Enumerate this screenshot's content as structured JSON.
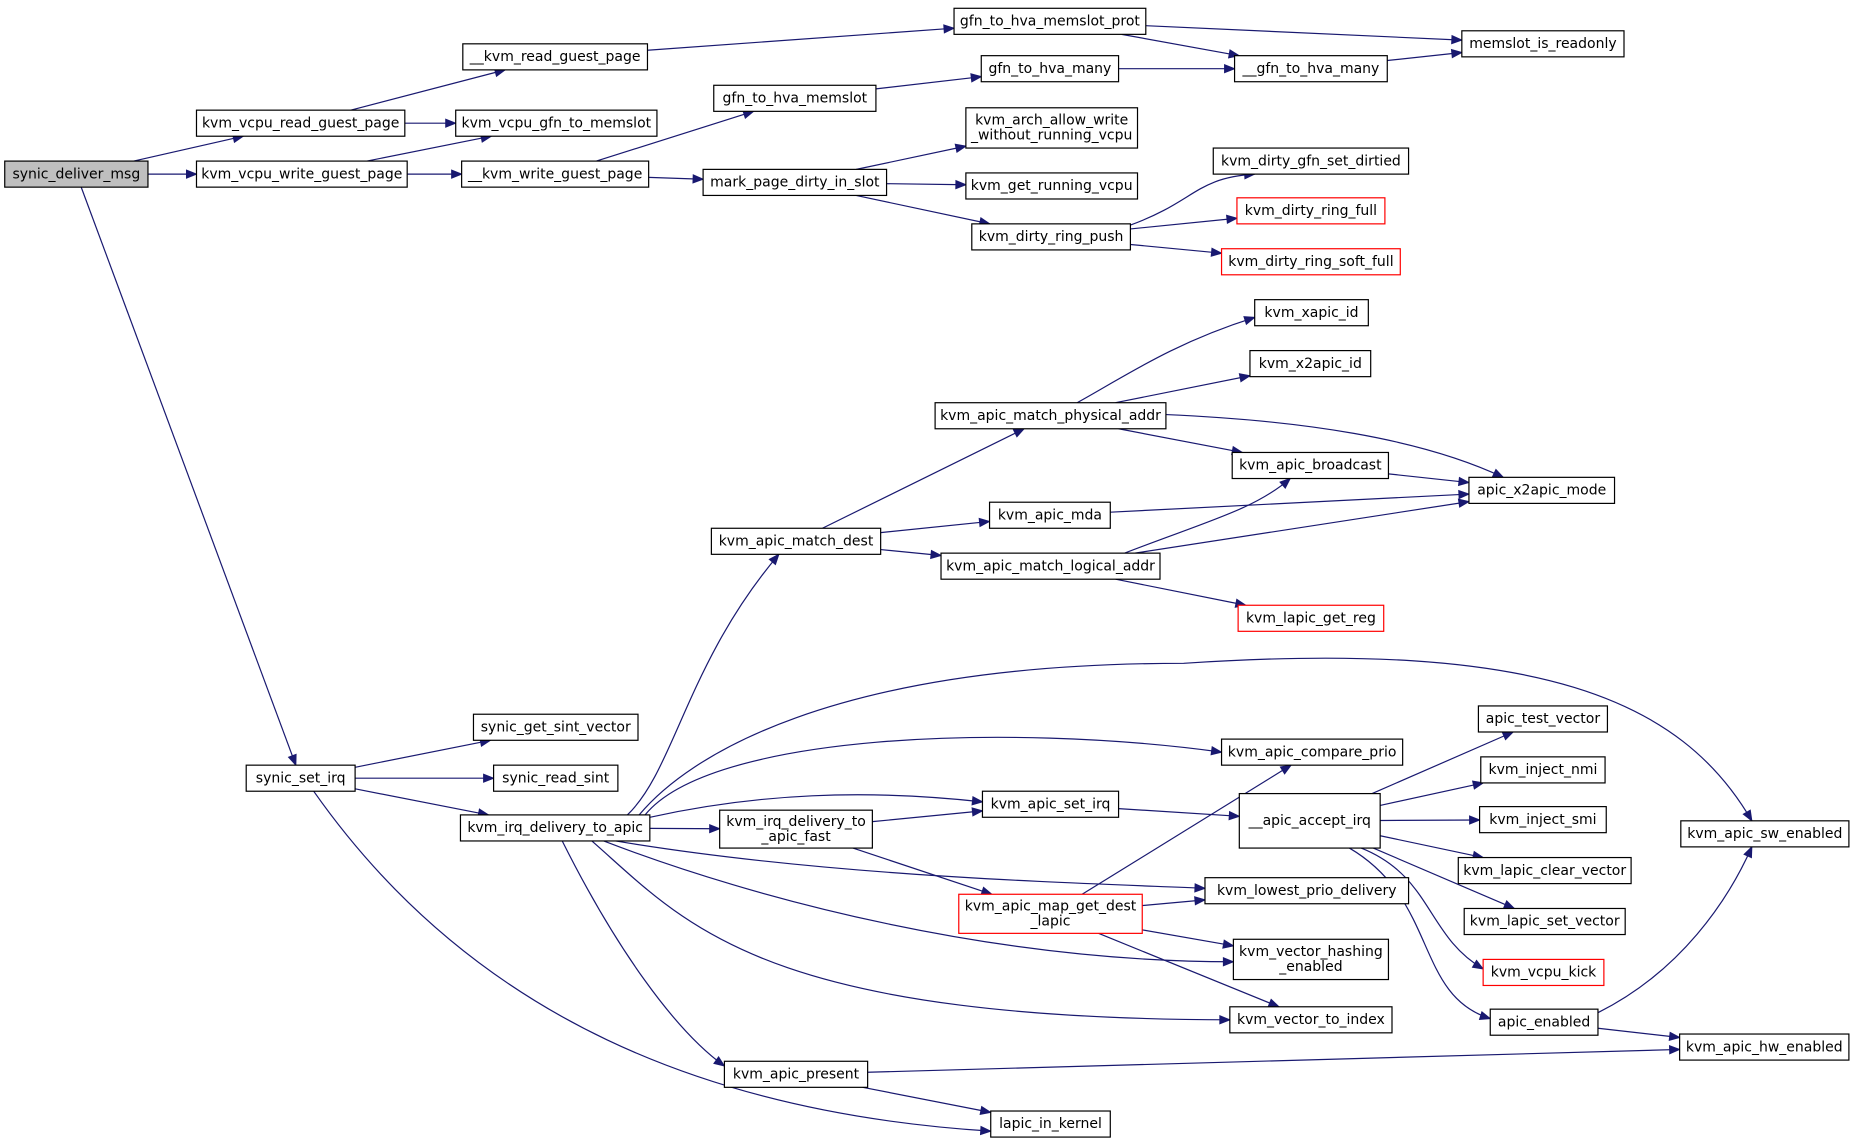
{
  "colors": {
    "edge": "#191970",
    "root_fill": "#bfbfbf",
    "incomplete_border": "#ff0000",
    "node_border": "#000000"
  },
  "nodes": [
    {
      "id": "synic_deliver_msg",
      "lines": [
        "synic_deliver_msg"
      ],
      "style": "root"
    },
    {
      "id": "kvm_vcpu_read_guest_page",
      "lines": [
        "kvm_vcpu_read_guest_page"
      ],
      "style": "normal"
    },
    {
      "id": "kvm_vcpu_write_guest_page",
      "lines": [
        "kvm_vcpu_write_guest_page"
      ],
      "style": "normal"
    },
    {
      "id": "__kvm_read_guest_page",
      "lines": [
        "__kvm_read_guest_page"
      ],
      "style": "normal"
    },
    {
      "id": "kvm_vcpu_gfn_to_memslot",
      "lines": [
        "kvm_vcpu_gfn_to_memslot"
      ],
      "style": "normal"
    },
    {
      "id": "__kvm_write_guest_page",
      "lines": [
        "__kvm_write_guest_page"
      ],
      "style": "normal"
    },
    {
      "id": "gfn_to_hva_memslot_prot",
      "lines": [
        "gfn_to_hva_memslot_prot"
      ],
      "style": "normal"
    },
    {
      "id": "memslot_is_readonly",
      "lines": [
        "memslot_is_readonly"
      ],
      "style": "normal"
    },
    {
      "id": "__gfn_to_hva_many",
      "lines": [
        "__gfn_to_hva_many"
      ],
      "style": "normal"
    },
    {
      "id": "gfn_to_hva_many",
      "lines": [
        "gfn_to_hva_many"
      ],
      "style": "normal"
    },
    {
      "id": "gfn_to_hva_memslot",
      "lines": [
        "gfn_to_hva_memslot"
      ],
      "style": "normal"
    },
    {
      "id": "mark_page_dirty_in_slot",
      "lines": [
        "mark_page_dirty_in_slot"
      ],
      "style": "normal"
    },
    {
      "id": "kvm_arch_allow_write_without_running_vcpu",
      "lines": [
        "kvm_arch_allow_write",
        "_without_running_vcpu"
      ],
      "style": "normal"
    },
    {
      "id": "kvm_get_running_vcpu",
      "lines": [
        "kvm_get_running_vcpu"
      ],
      "style": "normal"
    },
    {
      "id": "kvm_dirty_ring_push",
      "lines": [
        "kvm_dirty_ring_push"
      ],
      "style": "normal"
    },
    {
      "id": "kvm_dirty_gfn_set_dirtied",
      "lines": [
        "kvm_dirty_gfn_set_dirtied"
      ],
      "style": "normal"
    },
    {
      "id": "kvm_dirty_ring_full",
      "lines": [
        "kvm_dirty_ring_full"
      ],
      "style": "red"
    },
    {
      "id": "kvm_dirty_ring_soft_full",
      "lines": [
        "kvm_dirty_ring_soft_full"
      ],
      "style": "red"
    },
    {
      "id": "kvm_xapic_id",
      "lines": [
        "kvm_xapic_id"
      ],
      "style": "normal"
    },
    {
      "id": "kvm_x2apic_id",
      "lines": [
        "kvm_x2apic_id"
      ],
      "style": "normal"
    },
    {
      "id": "kvm_apic_match_physical_addr",
      "lines": [
        "kvm_apic_match_physical_addr"
      ],
      "style": "normal"
    },
    {
      "id": "kvm_apic_broadcast",
      "lines": [
        "kvm_apic_broadcast"
      ],
      "style": "normal"
    },
    {
      "id": "apic_x2apic_mode",
      "lines": [
        "apic_x2apic_mode"
      ],
      "style": "normal"
    },
    {
      "id": "kvm_apic_mda",
      "lines": [
        "kvm_apic_mda"
      ],
      "style": "normal"
    },
    {
      "id": "kvm_apic_match_dest",
      "lines": [
        "kvm_apic_match_dest"
      ],
      "style": "normal"
    },
    {
      "id": "kvm_apic_match_logical_addr",
      "lines": [
        "kvm_apic_match_logical_addr"
      ],
      "style": "normal"
    },
    {
      "id": "kvm_lapic_get_reg",
      "lines": [
        "kvm_lapic_get_reg"
      ],
      "style": "red"
    },
    {
      "id": "synic_get_sint_vector",
      "lines": [
        "synic_get_sint_vector"
      ],
      "style": "normal"
    },
    {
      "id": "synic_set_irq",
      "lines": [
        "synic_set_irq"
      ],
      "style": "normal"
    },
    {
      "id": "synic_read_sint",
      "lines": [
        "synic_read_sint"
      ],
      "style": "normal"
    },
    {
      "id": "kvm_irq_delivery_to_apic",
      "lines": [
        "kvm_irq_delivery_to_apic"
      ],
      "style": "normal"
    },
    {
      "id": "kvm_apic_compare_prio",
      "lines": [
        "kvm_apic_compare_prio"
      ],
      "style": "normal"
    },
    {
      "id": "apic_test_vector",
      "lines": [
        "apic_test_vector"
      ],
      "style": "normal"
    },
    {
      "id": "kvm_inject_nmi",
      "lines": [
        "kvm_inject_nmi"
      ],
      "style": "normal"
    },
    {
      "id": "kvm_inject_smi",
      "lines": [
        "kvm_inject_smi"
      ],
      "style": "normal"
    },
    {
      "id": "kvm_apic_set_irq",
      "lines": [
        "kvm_apic_set_irq"
      ],
      "style": "normal"
    },
    {
      "id": "__apic_accept_irq",
      "lines": [
        "__apic_accept_irq"
      ],
      "style": "normal"
    },
    {
      "id": "kvm_irq_delivery_to_apic_fast",
      "lines": [
        "kvm_irq_delivery_to",
        "_apic_fast"
      ],
      "style": "normal"
    },
    {
      "id": "kvm_apic_sw_enabled",
      "lines": [
        "kvm_apic_sw_enabled"
      ],
      "style": "normal"
    },
    {
      "id": "kvm_lapic_clear_vector",
      "lines": [
        "kvm_lapic_clear_vector"
      ],
      "style": "normal"
    },
    {
      "id": "kvm_lowest_prio_delivery",
      "lines": [
        "kvm_lowest_prio_delivery"
      ],
      "style": "normal"
    },
    {
      "id": "kvm_apic_map_get_dest_lapic",
      "lines": [
        "kvm_apic_map_get_dest",
        "_lapic"
      ],
      "style": "red"
    },
    {
      "id": "kvm_lapic_set_vector",
      "lines": [
        "kvm_lapic_set_vector"
      ],
      "style": "normal"
    },
    {
      "id": "kvm_vector_hashing_enabled",
      "lines": [
        "kvm_vector_hashing",
        "_enabled"
      ],
      "style": "normal"
    },
    {
      "id": "kvm_vcpu_kick",
      "lines": [
        "kvm_vcpu_kick"
      ],
      "style": "red"
    },
    {
      "id": "kvm_vector_to_index",
      "lines": [
        "kvm_vector_to_index"
      ],
      "style": "normal"
    },
    {
      "id": "apic_enabled",
      "lines": [
        "apic_enabled"
      ],
      "style": "normal"
    },
    {
      "id": "kvm_apic_hw_enabled",
      "lines": [
        "kvm_apic_hw_enabled"
      ],
      "style": "normal"
    },
    {
      "id": "kvm_apic_present",
      "lines": [
        "kvm_apic_present"
      ],
      "style": "normal"
    },
    {
      "id": "lapic_in_kernel",
      "lines": [
        "lapic_in_kernel"
      ],
      "style": "normal"
    }
  ],
  "edges": [
    [
      "synic_deliver_msg",
      "kvm_vcpu_read_guest_page"
    ],
    [
      "synic_deliver_msg",
      "kvm_vcpu_write_guest_page"
    ],
    [
      "synic_deliver_msg",
      "synic_set_irq"
    ],
    [
      "kvm_vcpu_read_guest_page",
      "__kvm_read_guest_page"
    ],
    [
      "kvm_vcpu_read_guest_page",
      "kvm_vcpu_gfn_to_memslot"
    ],
    [
      "kvm_vcpu_write_guest_page",
      "kvm_vcpu_gfn_to_memslot"
    ],
    [
      "kvm_vcpu_write_guest_page",
      "__kvm_write_guest_page"
    ],
    [
      "__kvm_read_guest_page",
      "gfn_to_hva_memslot_prot"
    ],
    [
      "gfn_to_hva_memslot_prot",
      "memslot_is_readonly"
    ],
    [
      "gfn_to_hva_memslot_prot",
      "__gfn_to_hva_many"
    ],
    [
      "__gfn_to_hva_many",
      "memslot_is_readonly"
    ],
    [
      "gfn_to_hva_many",
      "__gfn_to_hva_many"
    ],
    [
      "gfn_to_hva_memslot",
      "gfn_to_hva_many"
    ],
    [
      "__kvm_write_guest_page",
      "gfn_to_hva_memslot"
    ],
    [
      "__kvm_write_guest_page",
      "mark_page_dirty_in_slot"
    ],
    [
      "mark_page_dirty_in_slot",
      "kvm_arch_allow_write_without_running_vcpu"
    ],
    [
      "mark_page_dirty_in_slot",
      "kvm_get_running_vcpu"
    ],
    [
      "mark_page_dirty_in_slot",
      "kvm_dirty_ring_push"
    ],
    [
      "kvm_dirty_ring_push",
      "kvm_dirty_gfn_set_dirtied"
    ],
    [
      "kvm_dirty_ring_push",
      "kvm_dirty_ring_full"
    ],
    [
      "kvm_dirty_ring_push",
      "kvm_dirty_ring_soft_full"
    ],
    [
      "kvm_apic_match_physical_addr",
      "kvm_xapic_id"
    ],
    [
      "kvm_apic_match_physical_addr",
      "kvm_x2apic_id"
    ],
    [
      "kvm_apic_match_physical_addr",
      "kvm_apic_broadcast"
    ],
    [
      "kvm_apic_match_physical_addr",
      "apic_x2apic_mode"
    ],
    [
      "kvm_apic_broadcast",
      "apic_x2apic_mode"
    ],
    [
      "kvm_apic_mda",
      "apic_x2apic_mode"
    ],
    [
      "kvm_apic_match_dest",
      "kvm_apic_match_physical_addr"
    ],
    [
      "kvm_apic_match_dest",
      "kvm_apic_mda"
    ],
    [
      "kvm_apic_match_dest",
      "kvm_apic_match_logical_addr"
    ],
    [
      "kvm_apic_match_logical_addr",
      "kvm_apic_broadcast"
    ],
    [
      "kvm_apic_match_logical_addr",
      "apic_x2apic_mode"
    ],
    [
      "kvm_apic_match_logical_addr",
      "kvm_lapic_get_reg"
    ],
    [
      "synic_set_irq",
      "synic_get_sint_vector"
    ],
    [
      "synic_set_irq",
      "synic_read_sint"
    ],
    [
      "synic_set_irq",
      "kvm_irq_delivery_to_apic"
    ],
    [
      "synic_set_irq",
      "lapic_in_kernel"
    ],
    [
      "kvm_irq_delivery_to_apic",
      "kvm_apic_match_dest"
    ],
    [
      "kvm_irq_delivery_to_apic",
      "kvm_apic_sw_enabled"
    ],
    [
      "kvm_irq_delivery_to_apic",
      "kvm_apic_compare_prio"
    ],
    [
      "kvm_irq_delivery_to_apic",
      "kvm_apic_set_irq"
    ],
    [
      "kvm_irq_delivery_to_apic",
      "kvm_irq_delivery_to_apic_fast"
    ],
    [
      "kvm_irq_delivery_to_apic",
      "kvm_lowest_prio_delivery"
    ],
    [
      "kvm_irq_delivery_to_apic",
      "kvm_vector_hashing_enabled"
    ],
    [
      "kvm_irq_delivery_to_apic",
      "kvm_vector_to_index"
    ],
    [
      "kvm_irq_delivery_to_apic",
      "kvm_apic_present"
    ],
    [
      "kvm_irq_delivery_to_apic_fast",
      "kvm_apic_set_irq"
    ],
    [
      "kvm_irq_delivery_to_apic_fast",
      "kvm_apic_map_get_dest_lapic"
    ],
    [
      "kvm_apic_set_irq",
      "__apic_accept_irq"
    ],
    [
      "__apic_accept_irq",
      "apic_test_vector"
    ],
    [
      "__apic_accept_irq",
      "kvm_inject_nmi"
    ],
    [
      "__apic_accept_irq",
      "kvm_inject_smi"
    ],
    [
      "__apic_accept_irq",
      "kvm_lapic_clear_vector"
    ],
    [
      "__apic_accept_irq",
      "kvm_lapic_set_vector"
    ],
    [
      "__apic_accept_irq",
      "kvm_vcpu_kick"
    ],
    [
      "__apic_accept_irq",
      "apic_enabled"
    ],
    [
      "kvm_apic_map_get_dest_lapic",
      "kvm_apic_compare_prio"
    ],
    [
      "kvm_apic_map_get_dest_lapic",
      "kvm_lowest_prio_delivery"
    ],
    [
      "kvm_apic_map_get_dest_lapic",
      "kvm_vector_hashing_enabled"
    ],
    [
      "kvm_apic_map_get_dest_lapic",
      "kvm_vector_to_index"
    ],
    [
      "apic_enabled",
      "kvm_apic_sw_enabled"
    ],
    [
      "apic_enabled",
      "kvm_apic_hw_enabled"
    ],
    [
      "kvm_apic_present",
      "kvm_apic_hw_enabled"
    ],
    [
      "kvm_apic_present",
      "lapic_in_kernel"
    ]
  ]
}
